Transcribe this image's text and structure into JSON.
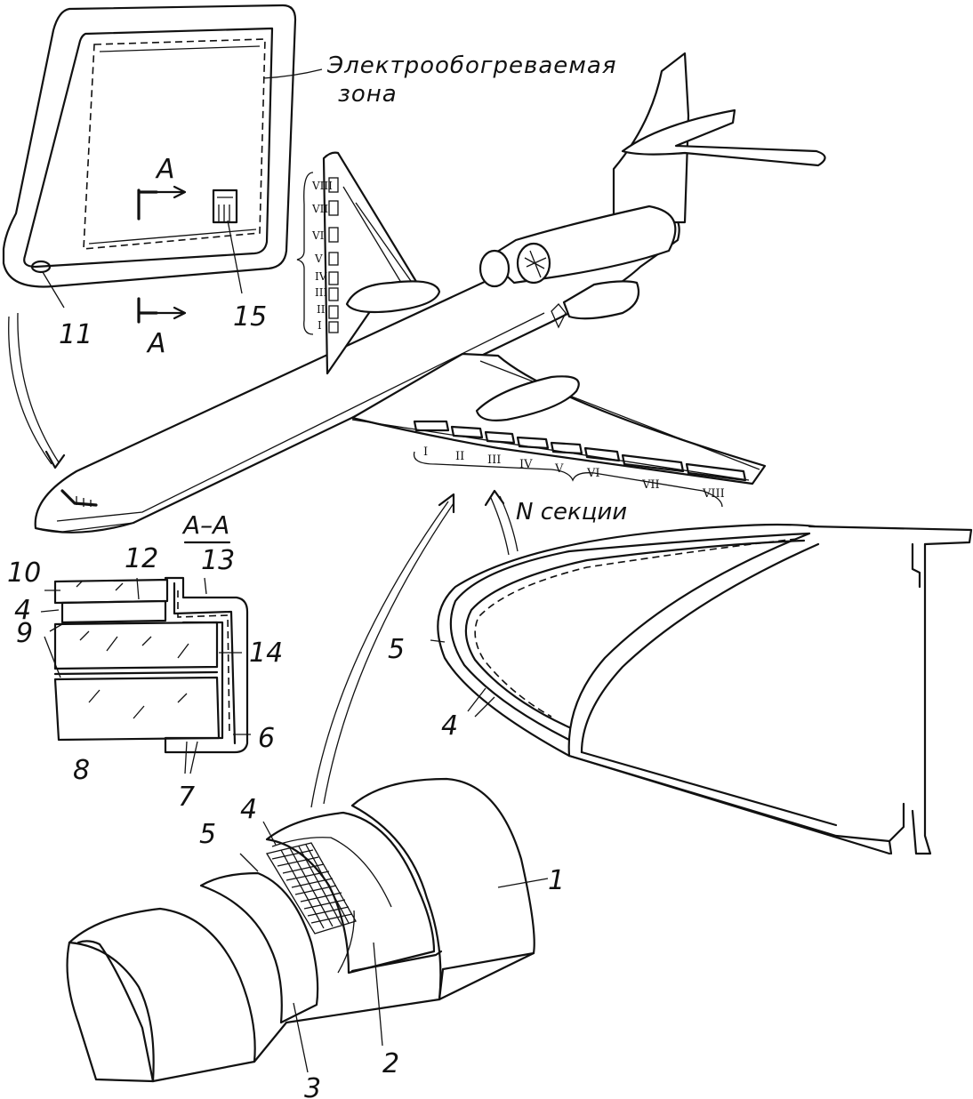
{
  "labels": {
    "heated_zone_line1": "Электрообогреваемая",
    "heated_zone_line2": "зона",
    "section_a_top": "A",
    "section_a_bottom": "A",
    "section_aa": "A–A",
    "n_sections": "N секции",
    "n1": "1",
    "n2": "2",
    "n3": "3",
    "n4_panel": "4",
    "n4_section": "4",
    "n4_airfoil": "4",
    "n5_panel": "5",
    "n5_airfoil": "5",
    "n6": "6",
    "n7": "7",
    "n8": "8",
    "n9": "9",
    "n10": "10",
    "n11": "11",
    "n12": "12",
    "n13": "13",
    "n14": "14",
    "n15": "15"
  },
  "wing_sections": [
    "I",
    "II",
    "III",
    "IV",
    "V",
    "VI",
    "VII",
    "VIII"
  ],
  "tail_sections": [
    "VIII",
    "VII",
    "VI",
    "V",
    "IV",
    "III",
    "II",
    "I"
  ]
}
